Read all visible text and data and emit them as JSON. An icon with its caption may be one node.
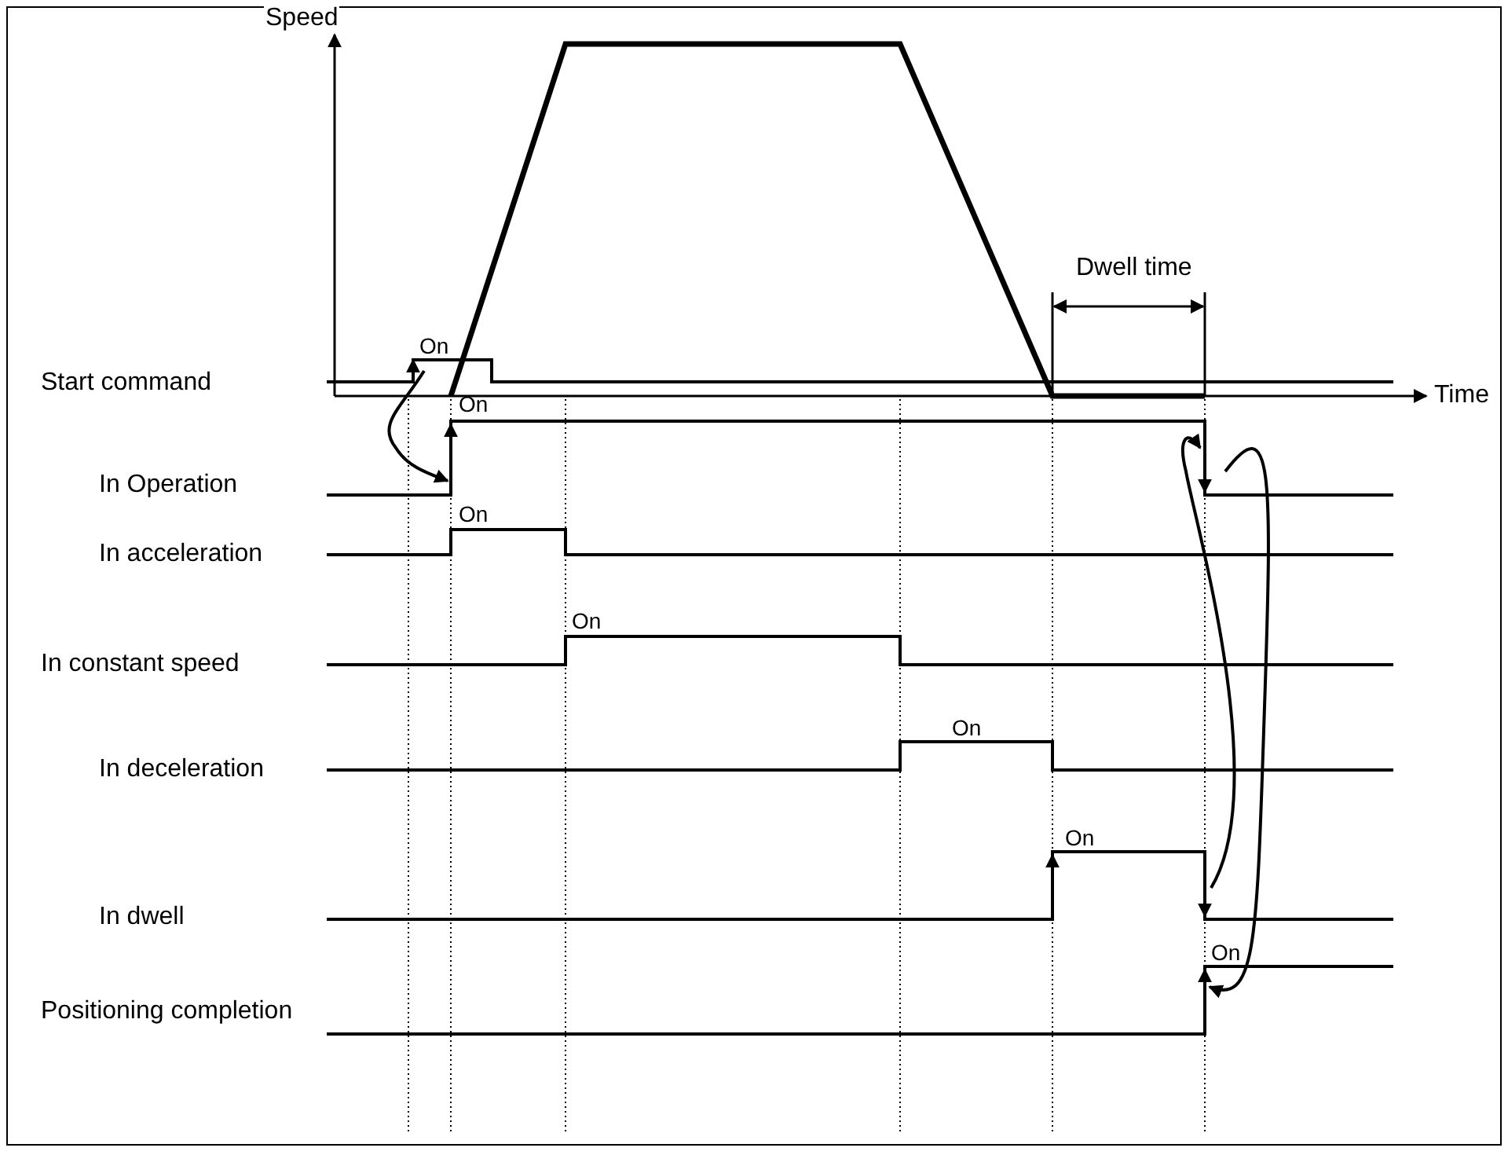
{
  "diagram": {
    "labels": [
      "Speed",
      "Dwell time",
      "Time",
      "On",
      "Start command",
      "On",
      "In Operation",
      "On",
      "In acceleration",
      "On",
      "In constant speed",
      "On",
      "In deceleration",
      "On",
      "In dwell",
      "On",
      "Positioning completion"
    ]
  }
}
